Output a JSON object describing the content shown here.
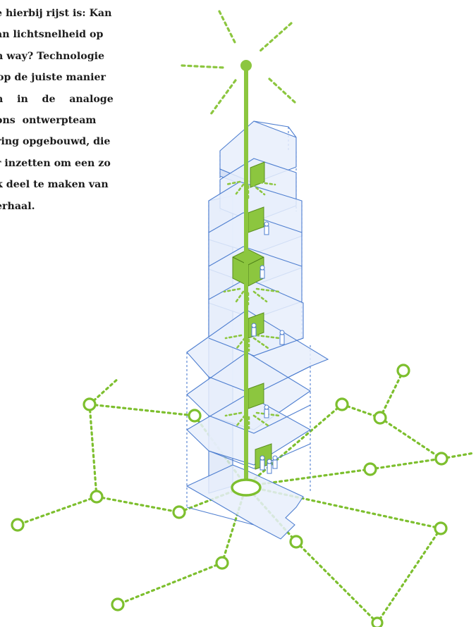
{
  "text": {
    "lines": [
      "e hierbij rijst is: Kan",
      "an lichtsnelheid op",
      "h way? Technologie",
      "op de juiste manier",
      "n    in    de    analoge",
      "ons  ontwerpteam",
      "ring opgebouwd, die",
      "r inzetten om een zo",
      "k deel te maken van",
      "erhaal."
    ]
  },
  "colors": {
    "accent_green": "#8cc63f",
    "dot_green": "#7dbf2e",
    "building_blue": "#4f7fd0",
    "building_fill": "#e4ecfa",
    "text": "#1c1c1c"
  },
  "icons": {
    "light_rays": "sun-burst",
    "people": "person-silhouette",
    "screens": "green-display-panel"
  }
}
